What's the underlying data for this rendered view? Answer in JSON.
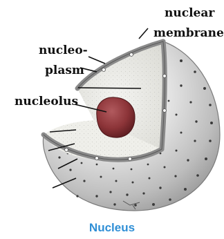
{
  "labels": {
    "nuclear_line1": "nuclear",
    "nuclear_line2": "membrane",
    "nucleo_line1": "nucleo-",
    "nucleo_line2": "plasm",
    "nucleolus": "nucleolus"
  },
  "caption": "Nucleus",
  "colors": {
    "caption": "#2f8fd6",
    "membrane": "#8a8a8a",
    "nucleoplasm": "#eeeeea",
    "nucleolus": "#8c3438",
    "sphere": "#c9c9c9",
    "line": "#111111"
  }
}
